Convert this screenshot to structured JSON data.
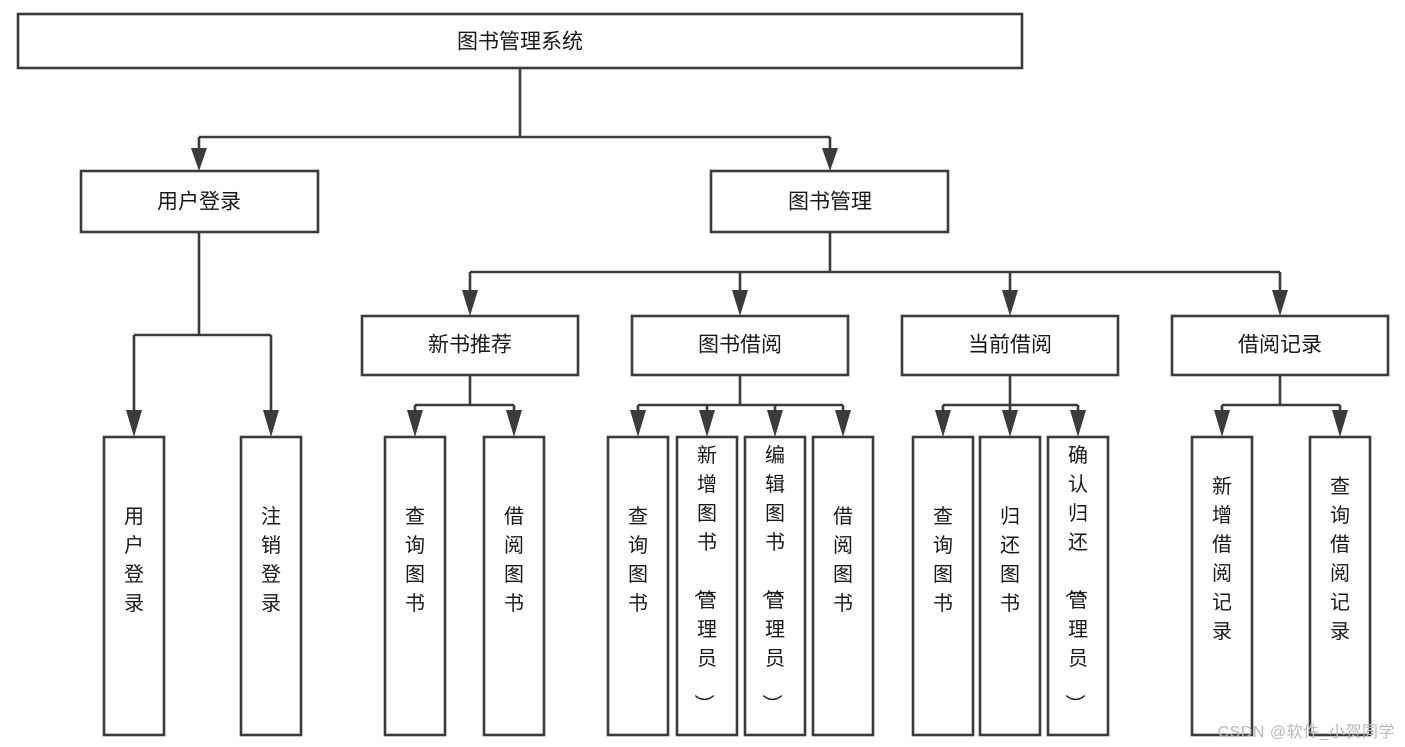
{
  "diagram": {
    "type": "tree",
    "title": "图书管理系统",
    "watermark": "CSDN @软件_小贺同学",
    "colors": {
      "stroke": "#3b3b3b",
      "fill": "#ffffff",
      "text": "#1a1a1a",
      "watermark": "#b9b9b9",
      "background": "#ffffff"
    },
    "levels": {
      "root": {
        "label": "图书管理系统"
      },
      "level2": [
        {
          "label": "用户登录"
        },
        {
          "label": "图书管理"
        }
      ],
      "level3": [
        {
          "label": "新书推荐"
        },
        {
          "label": "图书借阅"
        },
        {
          "label": "当前借阅"
        },
        {
          "label": "借阅记录"
        }
      ],
      "leaves": [
        {
          "label": "用户登录",
          "parent": "用户登录"
        },
        {
          "label": "注销登录",
          "parent": "用户登录"
        },
        {
          "label": "查询图书",
          "parent": "新书推荐"
        },
        {
          "label": "借阅图书",
          "parent": "新书推荐"
        },
        {
          "label": "查询图书",
          "parent": "图书借阅"
        },
        {
          "label": "新增图书（管理员）",
          "parent": "图书借阅"
        },
        {
          "label": "编辑图书（管理员）",
          "parent": "图书借阅"
        },
        {
          "label": "借阅图书",
          "parent": "图书借阅"
        },
        {
          "label": "查询图书",
          "parent": "当前借阅"
        },
        {
          "label": "归还图书",
          "parent": "当前借阅"
        },
        {
          "label": "确认归还（管理员）",
          "parent": "当前借阅"
        },
        {
          "label": "新增借阅记录",
          "parent": "借阅记录"
        },
        {
          "label": "查询借阅记录",
          "parent": "借阅记录"
        }
      ]
    },
    "nodes": {
      "root": "图书管理系统",
      "n_user_login": "用户登录",
      "n_book_mgmt": "图书管理",
      "n_new_rec": "新书推荐",
      "n_book_borrow": "图书借阅",
      "n_cur_borrow": "当前借阅",
      "n_borrow_rec": "借阅记录",
      "leaf_user_login": "用户登录",
      "leaf_logout": "注销登录",
      "leaf_q1": "查询图书",
      "leaf_b1": "借阅图书",
      "leaf_q2": "查询图书",
      "leaf_add_book": "新增图书（管理员）",
      "leaf_edit_book": "编辑图书（管理员）",
      "leaf_b2": "借阅图书",
      "leaf_q3": "查询图书",
      "leaf_return": "归还图书",
      "leaf_confirm_return": "确认归还（管理员）",
      "leaf_add_record": "新增借阅记录",
      "leaf_query_record": "查询借阅记录"
    }
  }
}
